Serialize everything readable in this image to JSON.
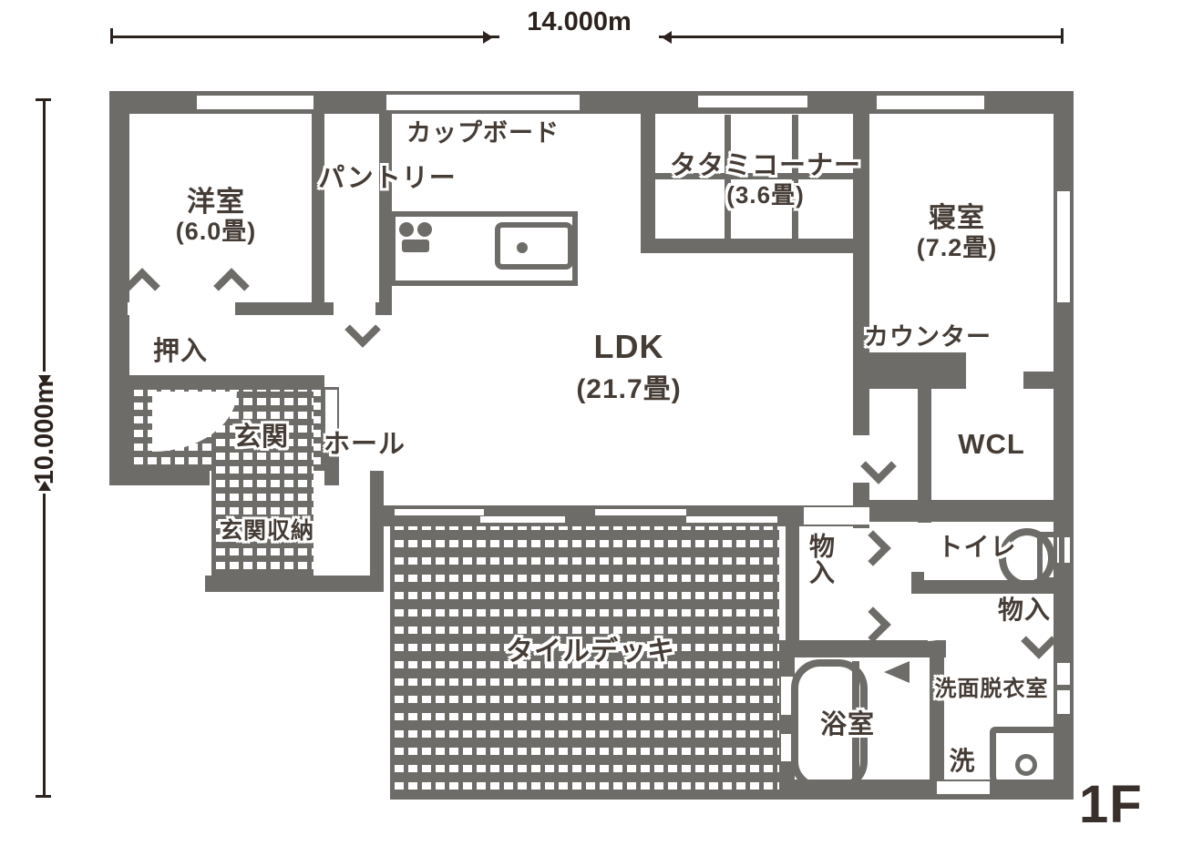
{
  "colors": {
    "wall": "#6e6c69",
    "label_text": "#453c36",
    "dimension_line": "#2c221e",
    "floor_label": "#39302b",
    "background": "#ffffff"
  },
  "dimensions": {
    "width": "14.000m",
    "height": "10.000m"
  },
  "floor": {
    "label": "1F"
  },
  "rooms": {
    "yoshitsu": {
      "name": "洋室",
      "size": "(6.0畳)"
    },
    "oshiire": {
      "name": "押入"
    },
    "genkan": {
      "name": "玄関"
    },
    "genkan_shuno": {
      "name": "玄関収納"
    },
    "hall": {
      "name": "ホール"
    },
    "pantry": {
      "name": "パントリー"
    },
    "cupboard": {
      "name": "カップボード"
    },
    "tatami_corner": {
      "name": "タタミコーナー",
      "size": "(3.6畳)"
    },
    "shinshitsu": {
      "name": "寝室",
      "size": "(7.2畳)"
    },
    "ldk": {
      "name": "LDK",
      "size": "(21.7畳)"
    },
    "counter": {
      "name": "カウンター"
    },
    "wcl": {
      "name": "WCL"
    },
    "tile_deck": {
      "name": "タイルデッキ"
    },
    "monoire_hall": {
      "name": "物入"
    },
    "toilet": {
      "name": "トイレ"
    },
    "monoire_wash": {
      "name": "物入"
    },
    "senmen": {
      "name": "洗面脱衣室"
    },
    "bath": {
      "name": "浴室"
    },
    "laundry": {
      "name": "洗"
    }
  }
}
